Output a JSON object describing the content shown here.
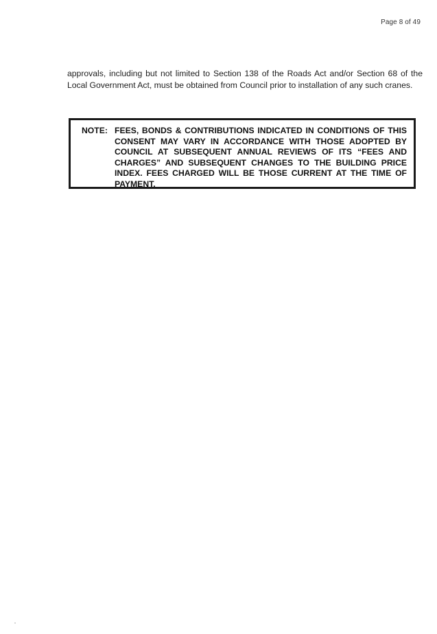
{
  "header": {
    "page_number": "Page 8 of 49"
  },
  "body": {
    "paragraph": "approvals, including but not limited to Section 138 of the Roads Act and/or Section 68 of the Local Government Act, must be obtained from Council prior to installation of any such cranes."
  },
  "note": {
    "label": "NOTE:",
    "text": "FEES, BONDS & CONTRIBUTIONS INDICATED IN CONDITIONS OF THIS CONSENT MAY VARY IN ACCORDANCE WITH THOSE ADOPTED BY COUNCIL AT SUBSEQUENT ANNUAL REVIEWS OF ITS “FEES AND CHARGES” AND SUBSEQUENT CHANGES TO THE BUILDING PRICE INDEX. FEES CHARGED WILL BE THOSE CURRENT AT THE TIME OF PAYMENT."
  }
}
